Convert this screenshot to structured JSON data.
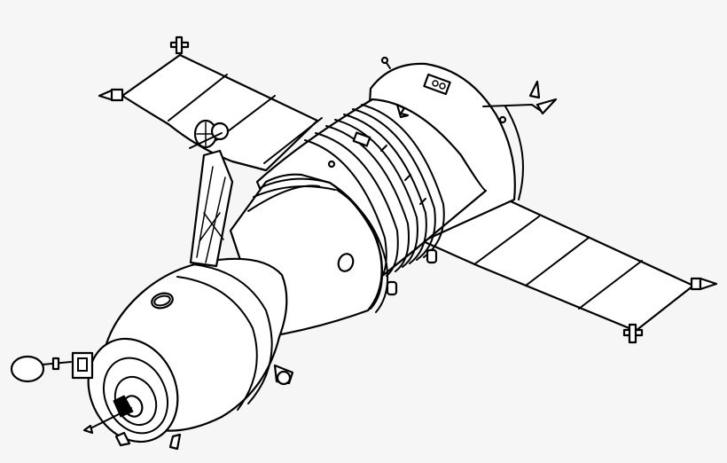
{
  "image": {
    "subject": "Soyuz spacecraft line drawing",
    "background_color": "#f6f6f6",
    "line_color": "#000000",
    "fill_color": "#ffffff",
    "parts": [
      {
        "id": "left-solar-array",
        "label": "Left solar array (4 panels)"
      },
      {
        "id": "right-solar-array",
        "label": "Right solar array (4 panels)"
      },
      {
        "id": "service-module",
        "label": "Service module"
      },
      {
        "id": "descent-module",
        "label": "Descent module"
      },
      {
        "id": "orbital-module",
        "label": "Orbital module"
      },
      {
        "id": "docking-probe",
        "label": "Docking probe"
      },
      {
        "id": "antenna-mast",
        "label": "Antenna mast"
      }
    ]
  }
}
